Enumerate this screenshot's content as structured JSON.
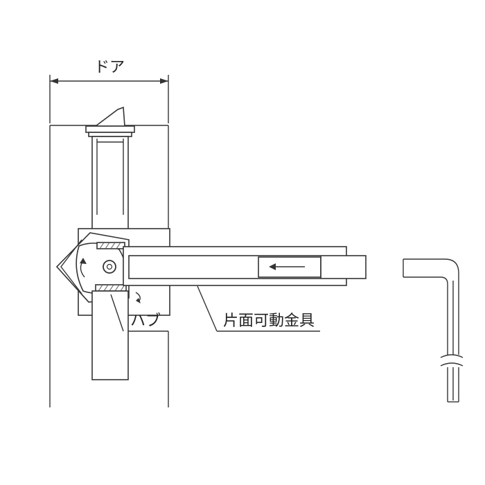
{
  "labels": {
    "door": "ドア",
    "hub": "ハブ",
    "one_side_fitting": "片面可動金具"
  },
  "colors": {
    "line": "#333333",
    "background": "#ffffff"
  },
  "icons": [
    "arrow-left-icon",
    "rotate-arrow-icon",
    "hex-key-icon"
  ]
}
